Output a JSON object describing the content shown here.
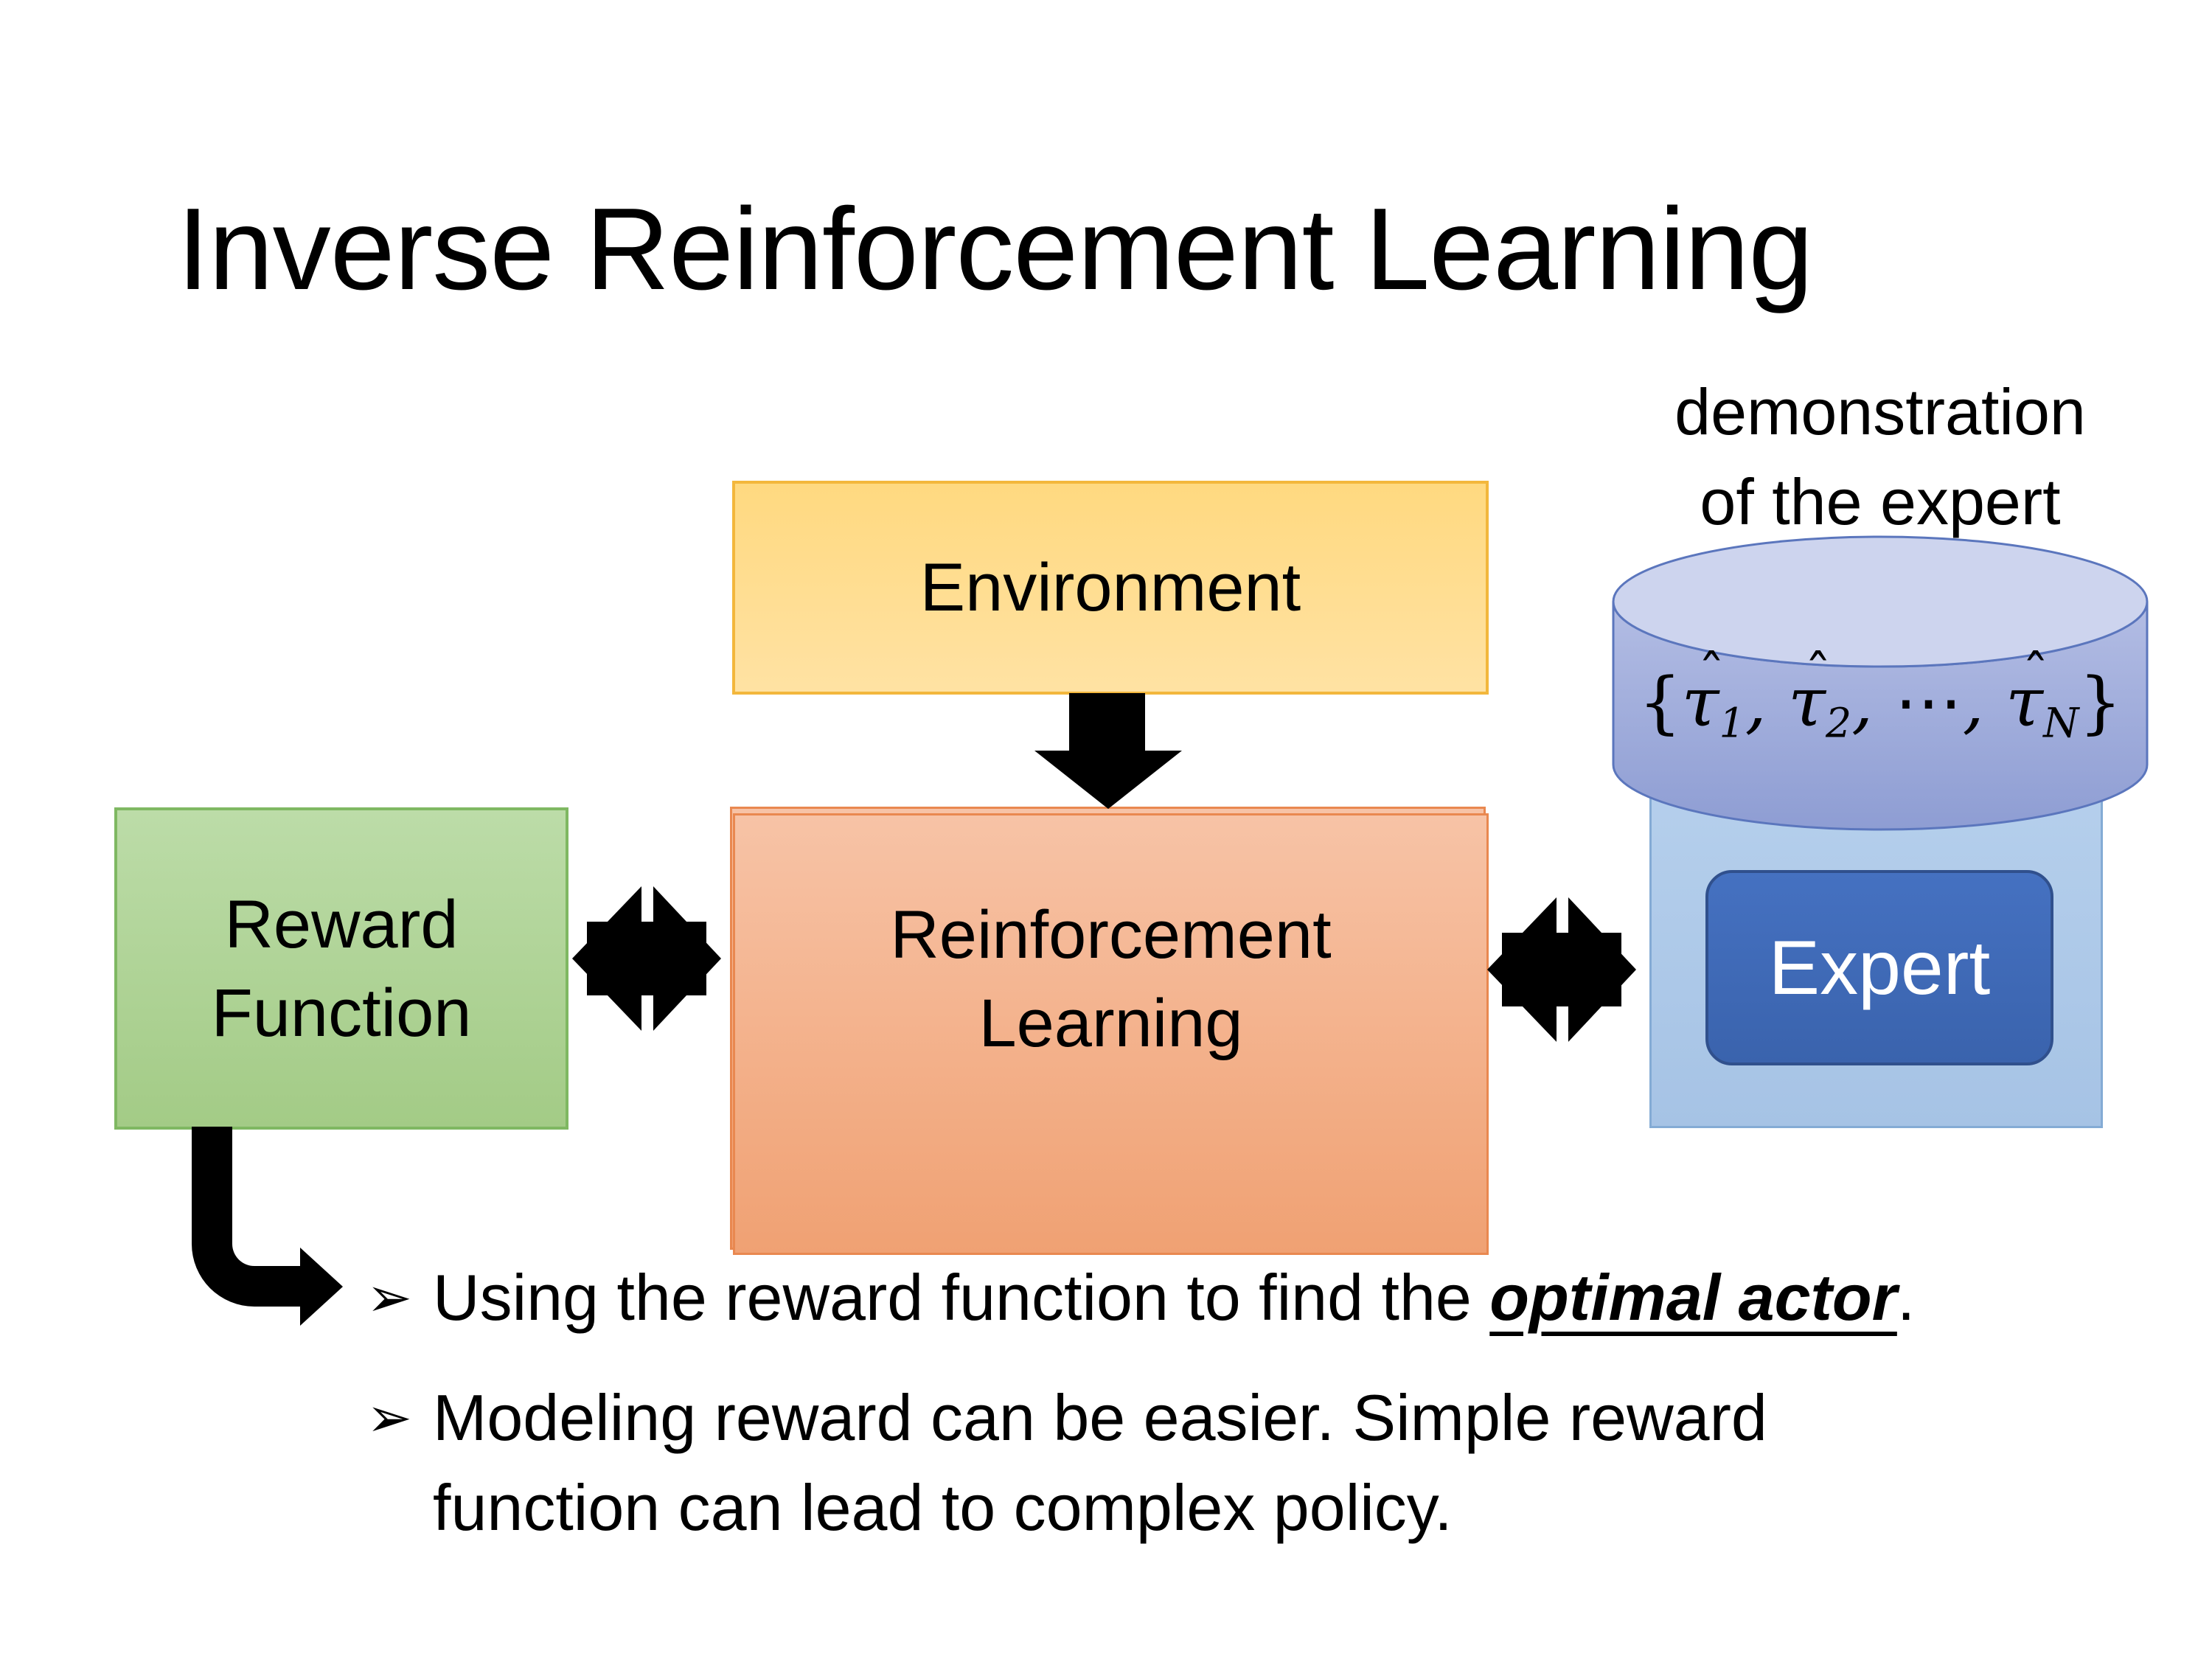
{
  "title": "Inverse Reinforcement Learning",
  "expert_caption": {
    "line1": "demonstration",
    "line2": "of the expert"
  },
  "boxes": {
    "environment": {
      "label": "Environment"
    },
    "reward_function": {
      "line1": "Reward",
      "line2": "Function"
    },
    "reinforcement_learning": {
      "line1": "Reinforcement",
      "line2": "Learning"
    },
    "expert": {
      "label": "Expert"
    }
  },
  "formula": {
    "open": "{",
    "tau": "τ",
    "hat": "ˆ",
    "sub_1": "1",
    "sub_2": "2",
    "sep": ", ",
    "dots": "⋯",
    "sub_n": "N",
    "close": "}"
  },
  "bullets": {
    "marker": "➢",
    "item1": {
      "pre": "Using the reward function to find the ",
      "emphasis": "optimal actor",
      "post": "."
    },
    "item2": {
      "line1": "Modeling reward can be easier. Simple reward",
      "line2": "function can lead to complex policy."
    }
  },
  "colors": {
    "environment_fill_top": "#FFD980",
    "environment_fill_bottom": "#FFE2A3",
    "environment_border": "#F3B73C",
    "reward_fill_top": "#BCDCA8",
    "reward_fill_bottom": "#A3CB86",
    "reward_border": "#7FB862",
    "rl_fill_top": "#F7C3A6",
    "rl_fill_bottom": "#F0A072",
    "rl_border": "#E98850",
    "expert_panel_fill_top": "#B5CFEC",
    "expert_panel_fill_bottom": "#A6C3E5",
    "expert_panel_border": "#84ABD5",
    "expert_fill": "#3F6BB7",
    "expert_border": "#30508D",
    "expert_text": "#FFFFFF",
    "cylinder_top_fill": "#CDD4EE",
    "cylinder_body_top": "#B3BDE4",
    "cylinder_body_bottom": "#8E9DD3",
    "cylinder_border": "#5B76BD",
    "arrow": "#000000",
    "text": "#000000"
  }
}
